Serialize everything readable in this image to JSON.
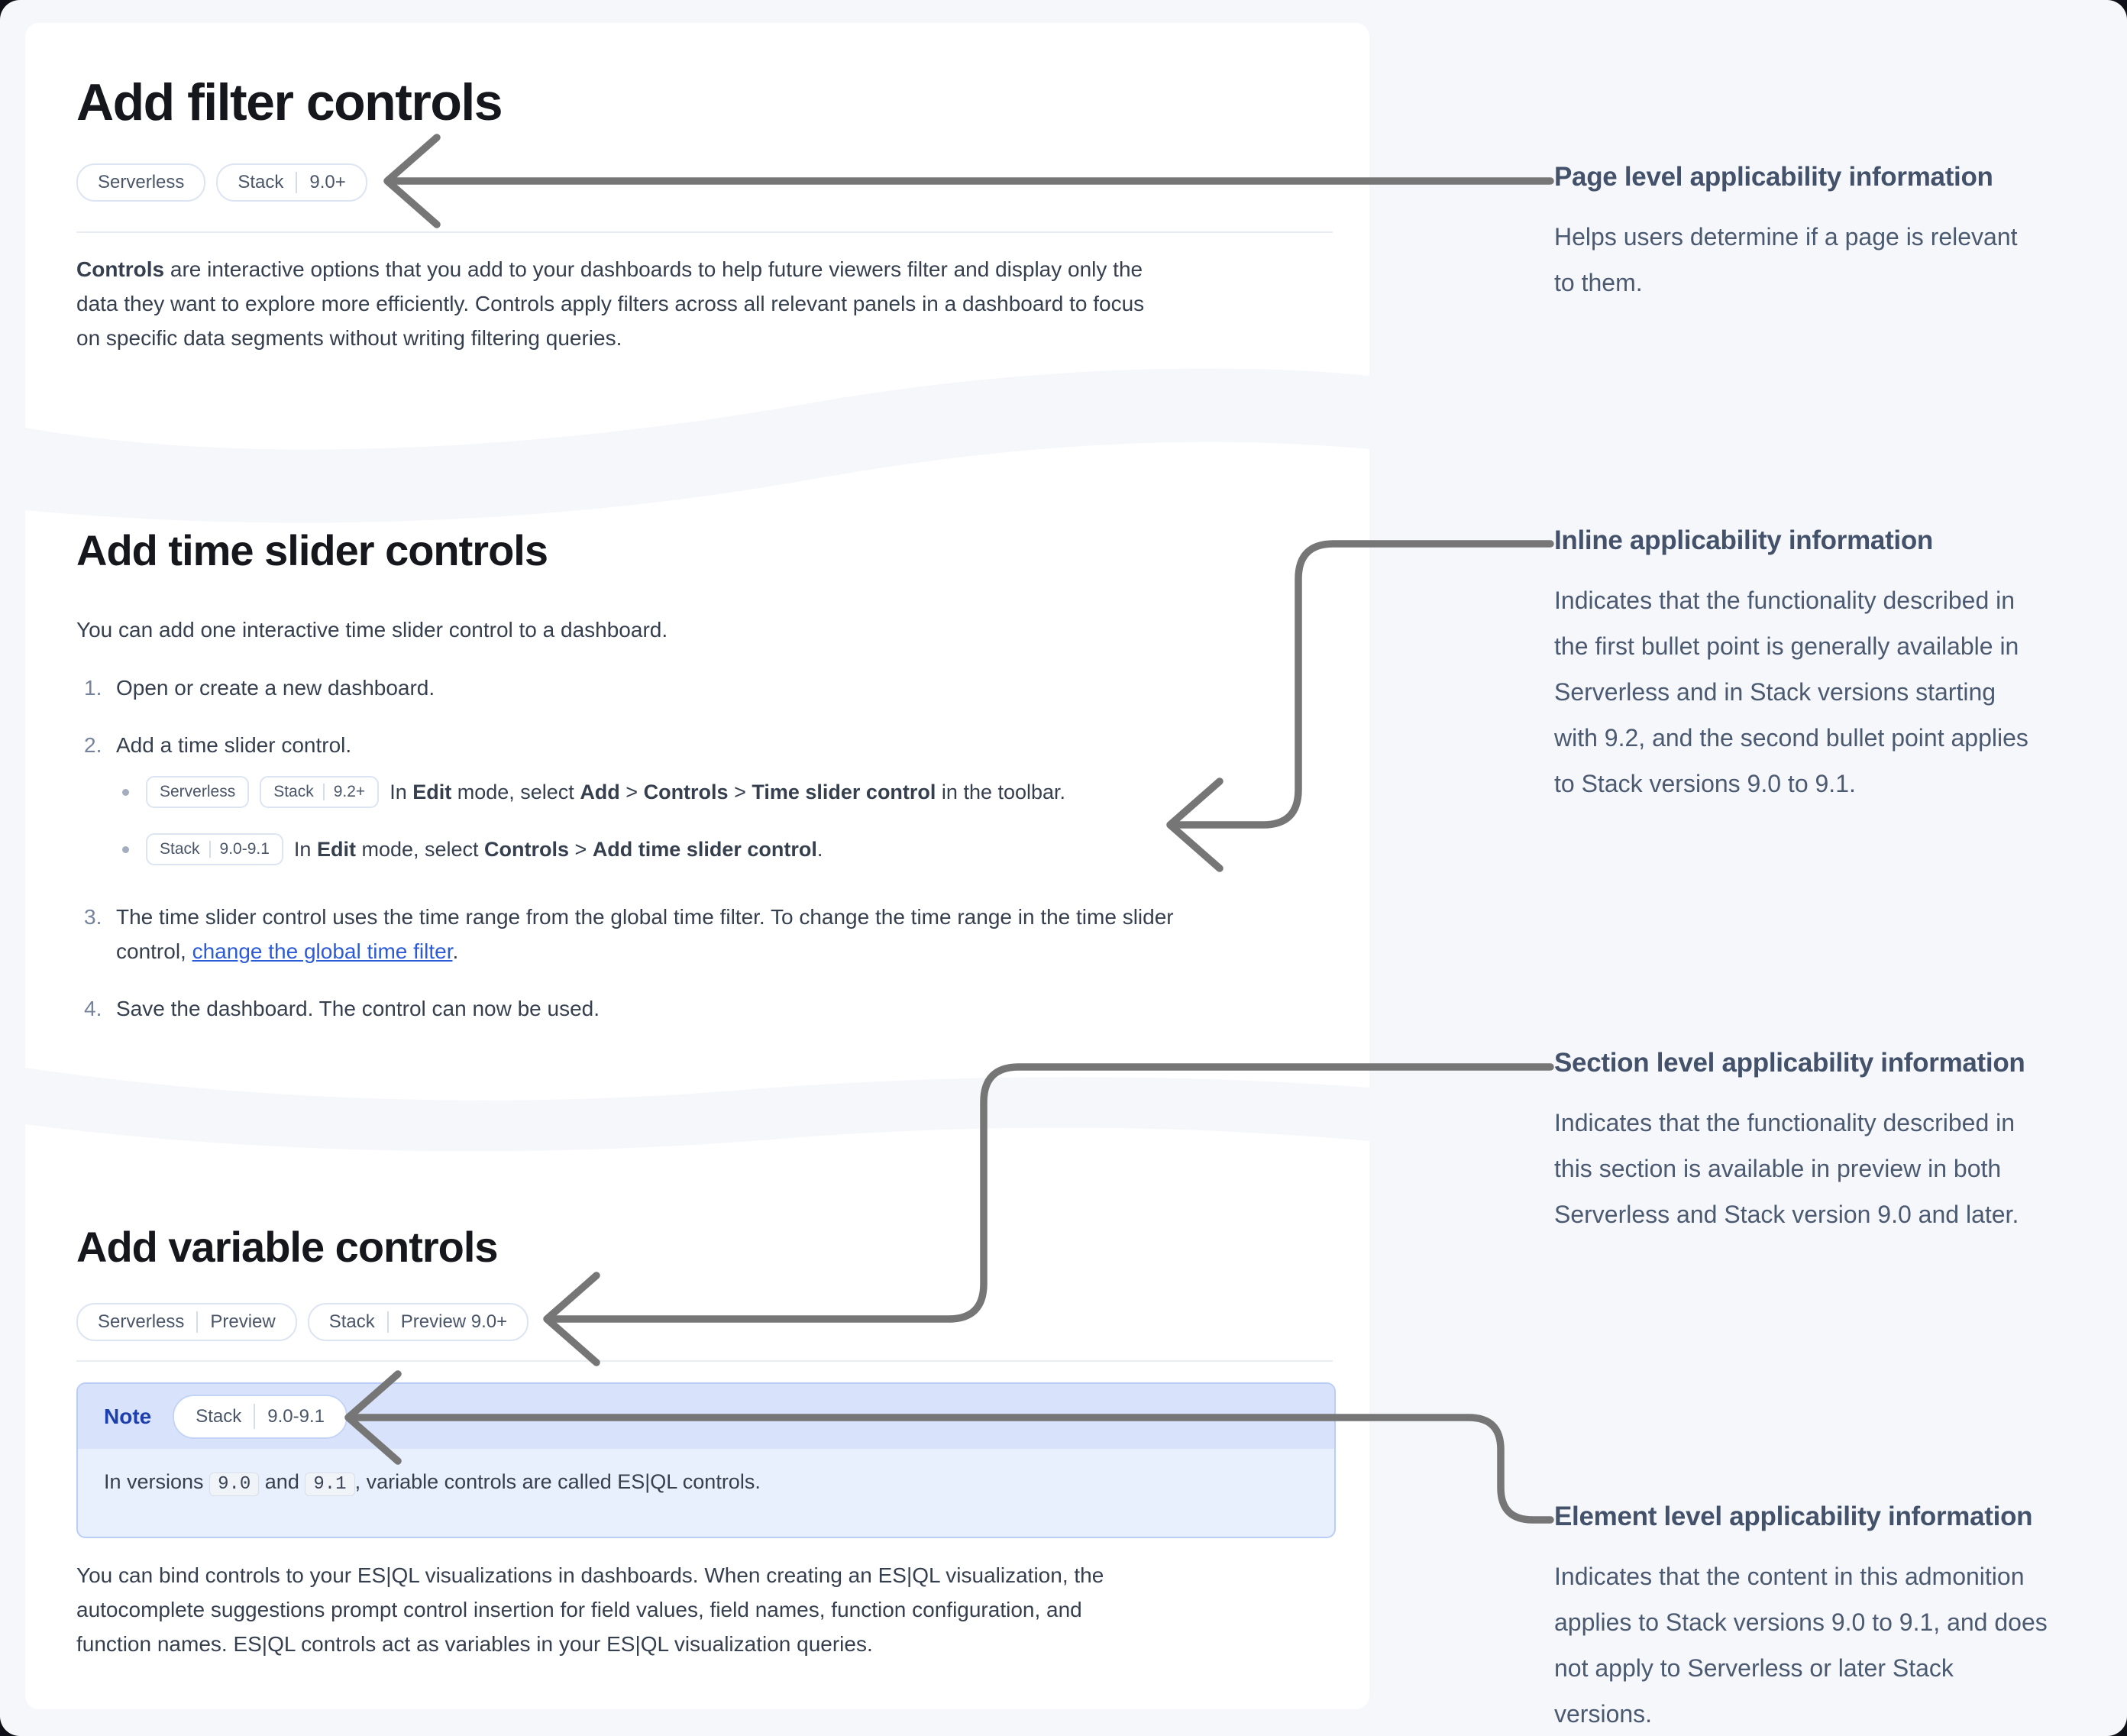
{
  "colors": {
    "accent_link": "#2c5bd8",
    "arrow": "#767676",
    "note_label": "#1c3fad",
    "card_bg": "#ffffff",
    "page_bg": "#f5f7fa",
    "admonition_header": "#d8e3fb",
    "admonition_body": "#e8effd"
  },
  "card1": {
    "title": "Add filter controls",
    "badges": {
      "serverless": "Serverless",
      "stack": "Stack",
      "stack_version": "9.0+"
    },
    "intro": [
      {
        "t": "Controls",
        "b": 1
      },
      {
        "t": " are interactive options that you add to your dashboards to help future viewers filter and display only the"
      },
      {
        "br": 1
      },
      {
        "t": "data they want to explore more efficiently. Controls apply filters across all relevant panels in a dashboard to focus"
      },
      {
        "br": 1
      },
      {
        "t": "on specific data segments without writing filtering queries."
      }
    ]
  },
  "card2": {
    "title": "Add time slider controls",
    "lead": "You can add one interactive time slider control to a dashboard.",
    "step1_num": "1.",
    "step1": "Open or create a new dashboard.",
    "step2_num": "2.",
    "step2": "Add a time slider control.",
    "bullet1": {
      "badge_serverless": "Serverless",
      "badge_stack": "Stack",
      "badge_stack_version": "9.2+",
      "text": [
        {
          "t": "In "
        },
        {
          "t": "Edit",
          "b": 1
        },
        {
          "t": " mode, select "
        },
        {
          "t": "Add",
          "b": 1
        },
        {
          "t": " > "
        },
        {
          "t": "Controls",
          "b": 1
        },
        {
          "t": " > "
        },
        {
          "t": "Time slider control",
          "b": 1
        },
        {
          "t": " in the toolbar."
        }
      ]
    },
    "bullet2": {
      "badge_stack": "Stack",
      "badge_stack_version": "9.0-9.1",
      "text": [
        {
          "t": "In "
        },
        {
          "t": "Edit",
          "b": 1
        },
        {
          "t": " mode, select "
        },
        {
          "t": "Controls",
          "b": 1
        },
        {
          "t": " > "
        },
        {
          "t": "Add time slider control",
          "b": 1
        },
        {
          "t": "."
        }
      ]
    },
    "step3_num": "3.",
    "step3": [
      {
        "t": "The time slider control uses the time range from the global time filter. To change the time range in the time slider"
      },
      {
        "br": 1
      },
      {
        "t": "control, "
      },
      {
        "t": "change the global time filter",
        "l": 1
      },
      {
        "t": "."
      }
    ],
    "step4_num": "4.",
    "step4": "Save the dashboard. The control can now be used."
  },
  "card3": {
    "title": "Add variable controls",
    "badge1": {
      "a": "Serverless",
      "b": "Preview"
    },
    "badge2": {
      "a": "Stack",
      "b": "Preview 9.0+"
    },
    "note": {
      "label": "Note",
      "badge_a": "Stack",
      "badge_b": "9.0-9.1",
      "body": [
        {
          "t": "In versions "
        },
        {
          "t": "9.0",
          "c": 1
        },
        {
          "t": " and "
        },
        {
          "t": "9.1",
          "c": 1
        },
        {
          "t": ", variable controls are called ES|QL controls."
        }
      ]
    },
    "outro": [
      {
        "t": "You can bind controls to your ES|QL visualizations in dashboards. When creating an ES|QL visualization, the"
      },
      {
        "br": 1
      },
      {
        "t": "autocomplete suggestions prompt control insertion for field values, field names, function configuration, and"
      },
      {
        "br": 1
      },
      {
        "t": "function names. ES|QL controls act as variables in your ES|QL visualization queries."
      }
    ]
  },
  "annotations": {
    "page": {
      "title": "Page level applicability information",
      "body": [
        {
          "t": "Helps users determine if a page is relevant"
        },
        {
          "br": 1
        },
        {
          "t": "to them."
        }
      ]
    },
    "inline": {
      "title": "Inline applicability information",
      "body": [
        {
          "t": "Indicates that the functionality described in"
        },
        {
          "br": 1
        },
        {
          "t": "the first bullet point is generally available in"
        },
        {
          "br": 1
        },
        {
          "t": "Serverless and in Stack versions starting"
        },
        {
          "br": 1
        },
        {
          "t": "with 9.2, and the second bullet point applies"
        },
        {
          "br": 1
        },
        {
          "t": "to Stack versions 9.0 to 9.1."
        }
      ]
    },
    "section": {
      "title": "Section level applicability information",
      "body": [
        {
          "t": "Indicates that the functionality described in"
        },
        {
          "br": 1
        },
        {
          "t": "this section is available in preview in both"
        },
        {
          "br": 1
        },
        {
          "t": "Serverless and Stack version 9.0 and later."
        }
      ]
    },
    "element": {
      "title": "Element level applicability information",
      "body": [
        {
          "t": "Indicates that the content in this admonition"
        },
        {
          "br": 1
        },
        {
          "t": "applies to Stack versions 9.0 to 9.1, and does"
        },
        {
          "br": 1
        },
        {
          "t": "not apply to Serverless or later Stack"
        },
        {
          "br": 1
        },
        {
          "t": "versions."
        }
      ]
    }
  }
}
